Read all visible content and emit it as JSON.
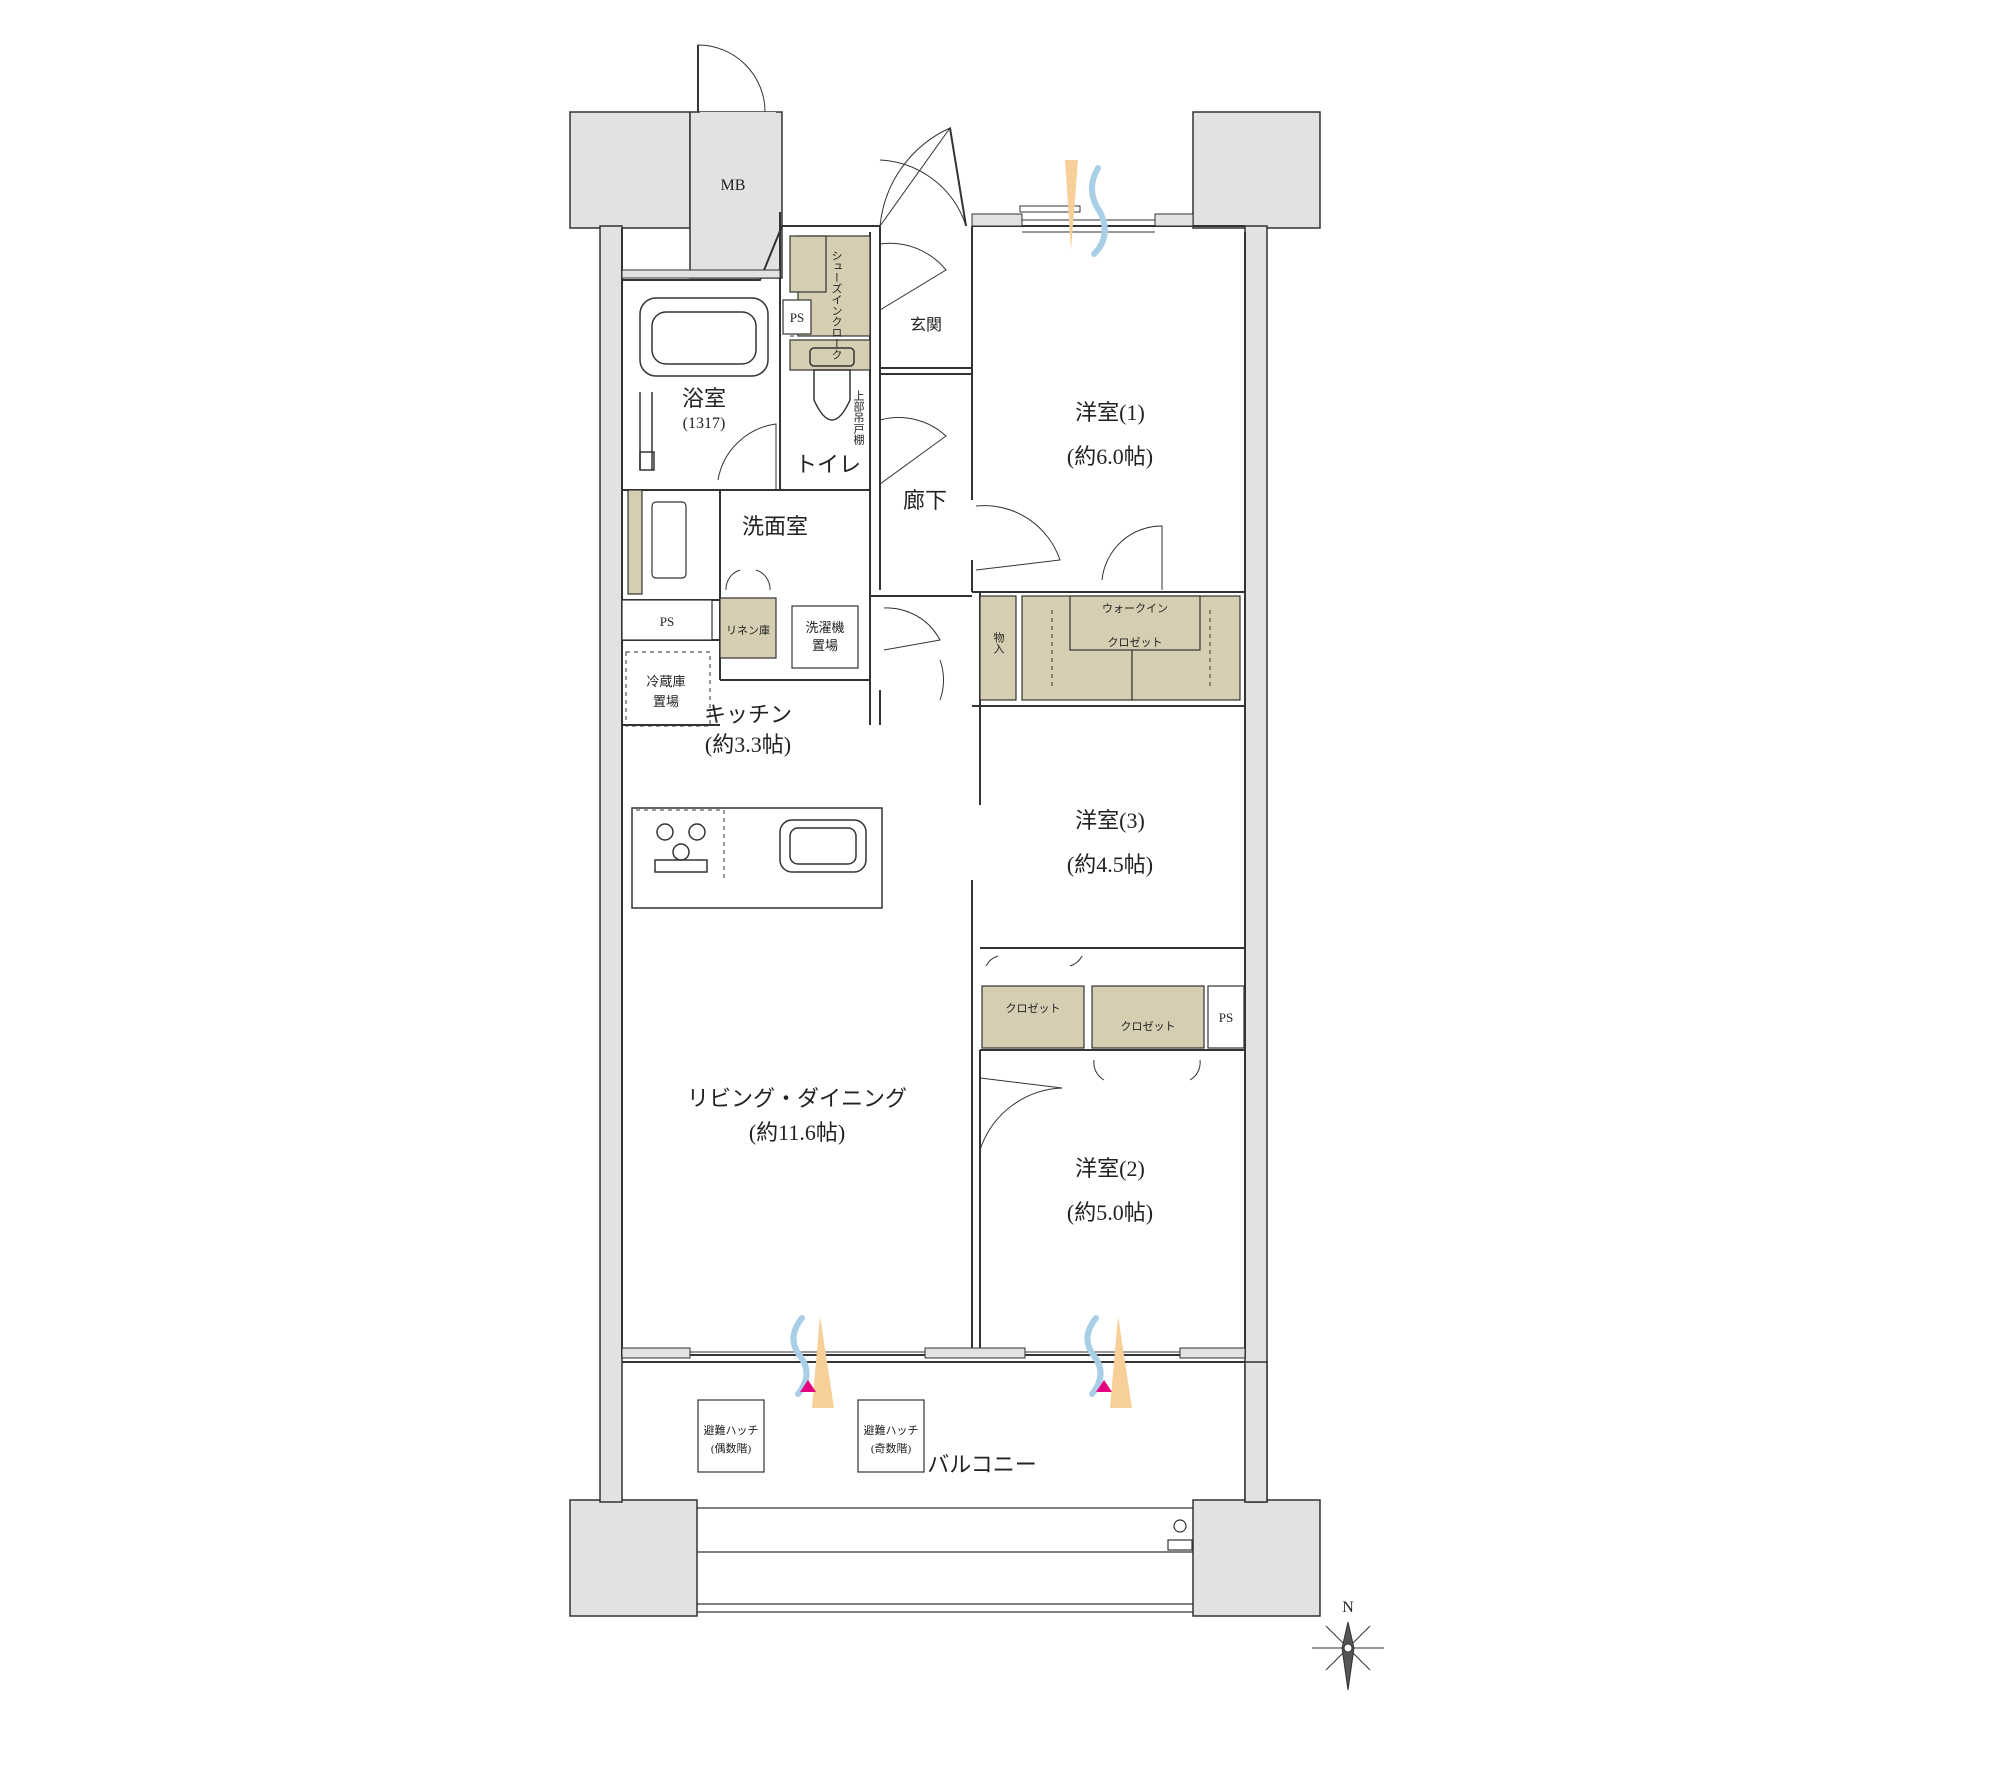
{
  "rooms": {
    "mb": "MB",
    "genkan": "玄関",
    "shoes_in_cloak": "シューズインクローク",
    "ps_top": "PS",
    "bath": "浴室",
    "bath_size": "(1317)",
    "toilet": "トイレ",
    "upper_shelf": "上部吊戸棚",
    "hallway": "廊下",
    "washroom": "洗面室",
    "ps_mid": "PS",
    "linen": "リネン庫",
    "washer_1": "洗濯機",
    "washer_2": "置場",
    "fridge_1": "冷蔵庫",
    "fridge_2": "置場",
    "kitchen": "キッチン",
    "kitchen_size": "(約3.3帖)",
    "western1": "洋室(1)",
    "western1_size": "(約6.0帖)",
    "storage": "物入",
    "walkin_1": "ウォークイン",
    "walkin_2": "クロゼット",
    "western3": "洋室(3)",
    "western3_size": "(約4.5帖)",
    "closet_a": "クロゼット",
    "closet_b": "クロゼット",
    "ps_right": "PS",
    "living": "リビング・ダイニング",
    "living_size": "(約11.6帖)",
    "western2": "洋室(2)",
    "western2_size": "(約5.0帖)",
    "hatch_even_1": "避難ハッチ",
    "hatch_even_2": "(偶数階)",
    "hatch_odd_1": "避難ハッチ",
    "hatch_odd_2": "(奇数階)",
    "balcony": "バルコニー"
  },
  "compass": {
    "north": "N"
  },
  "colors": {
    "wall": "#e2e2e2",
    "storage_fill": "#d6ceb2",
    "airflow_blue": "#a9cfe6",
    "sunlight_orange": "#f7cf98",
    "marker_pink": "#e4007f"
  }
}
